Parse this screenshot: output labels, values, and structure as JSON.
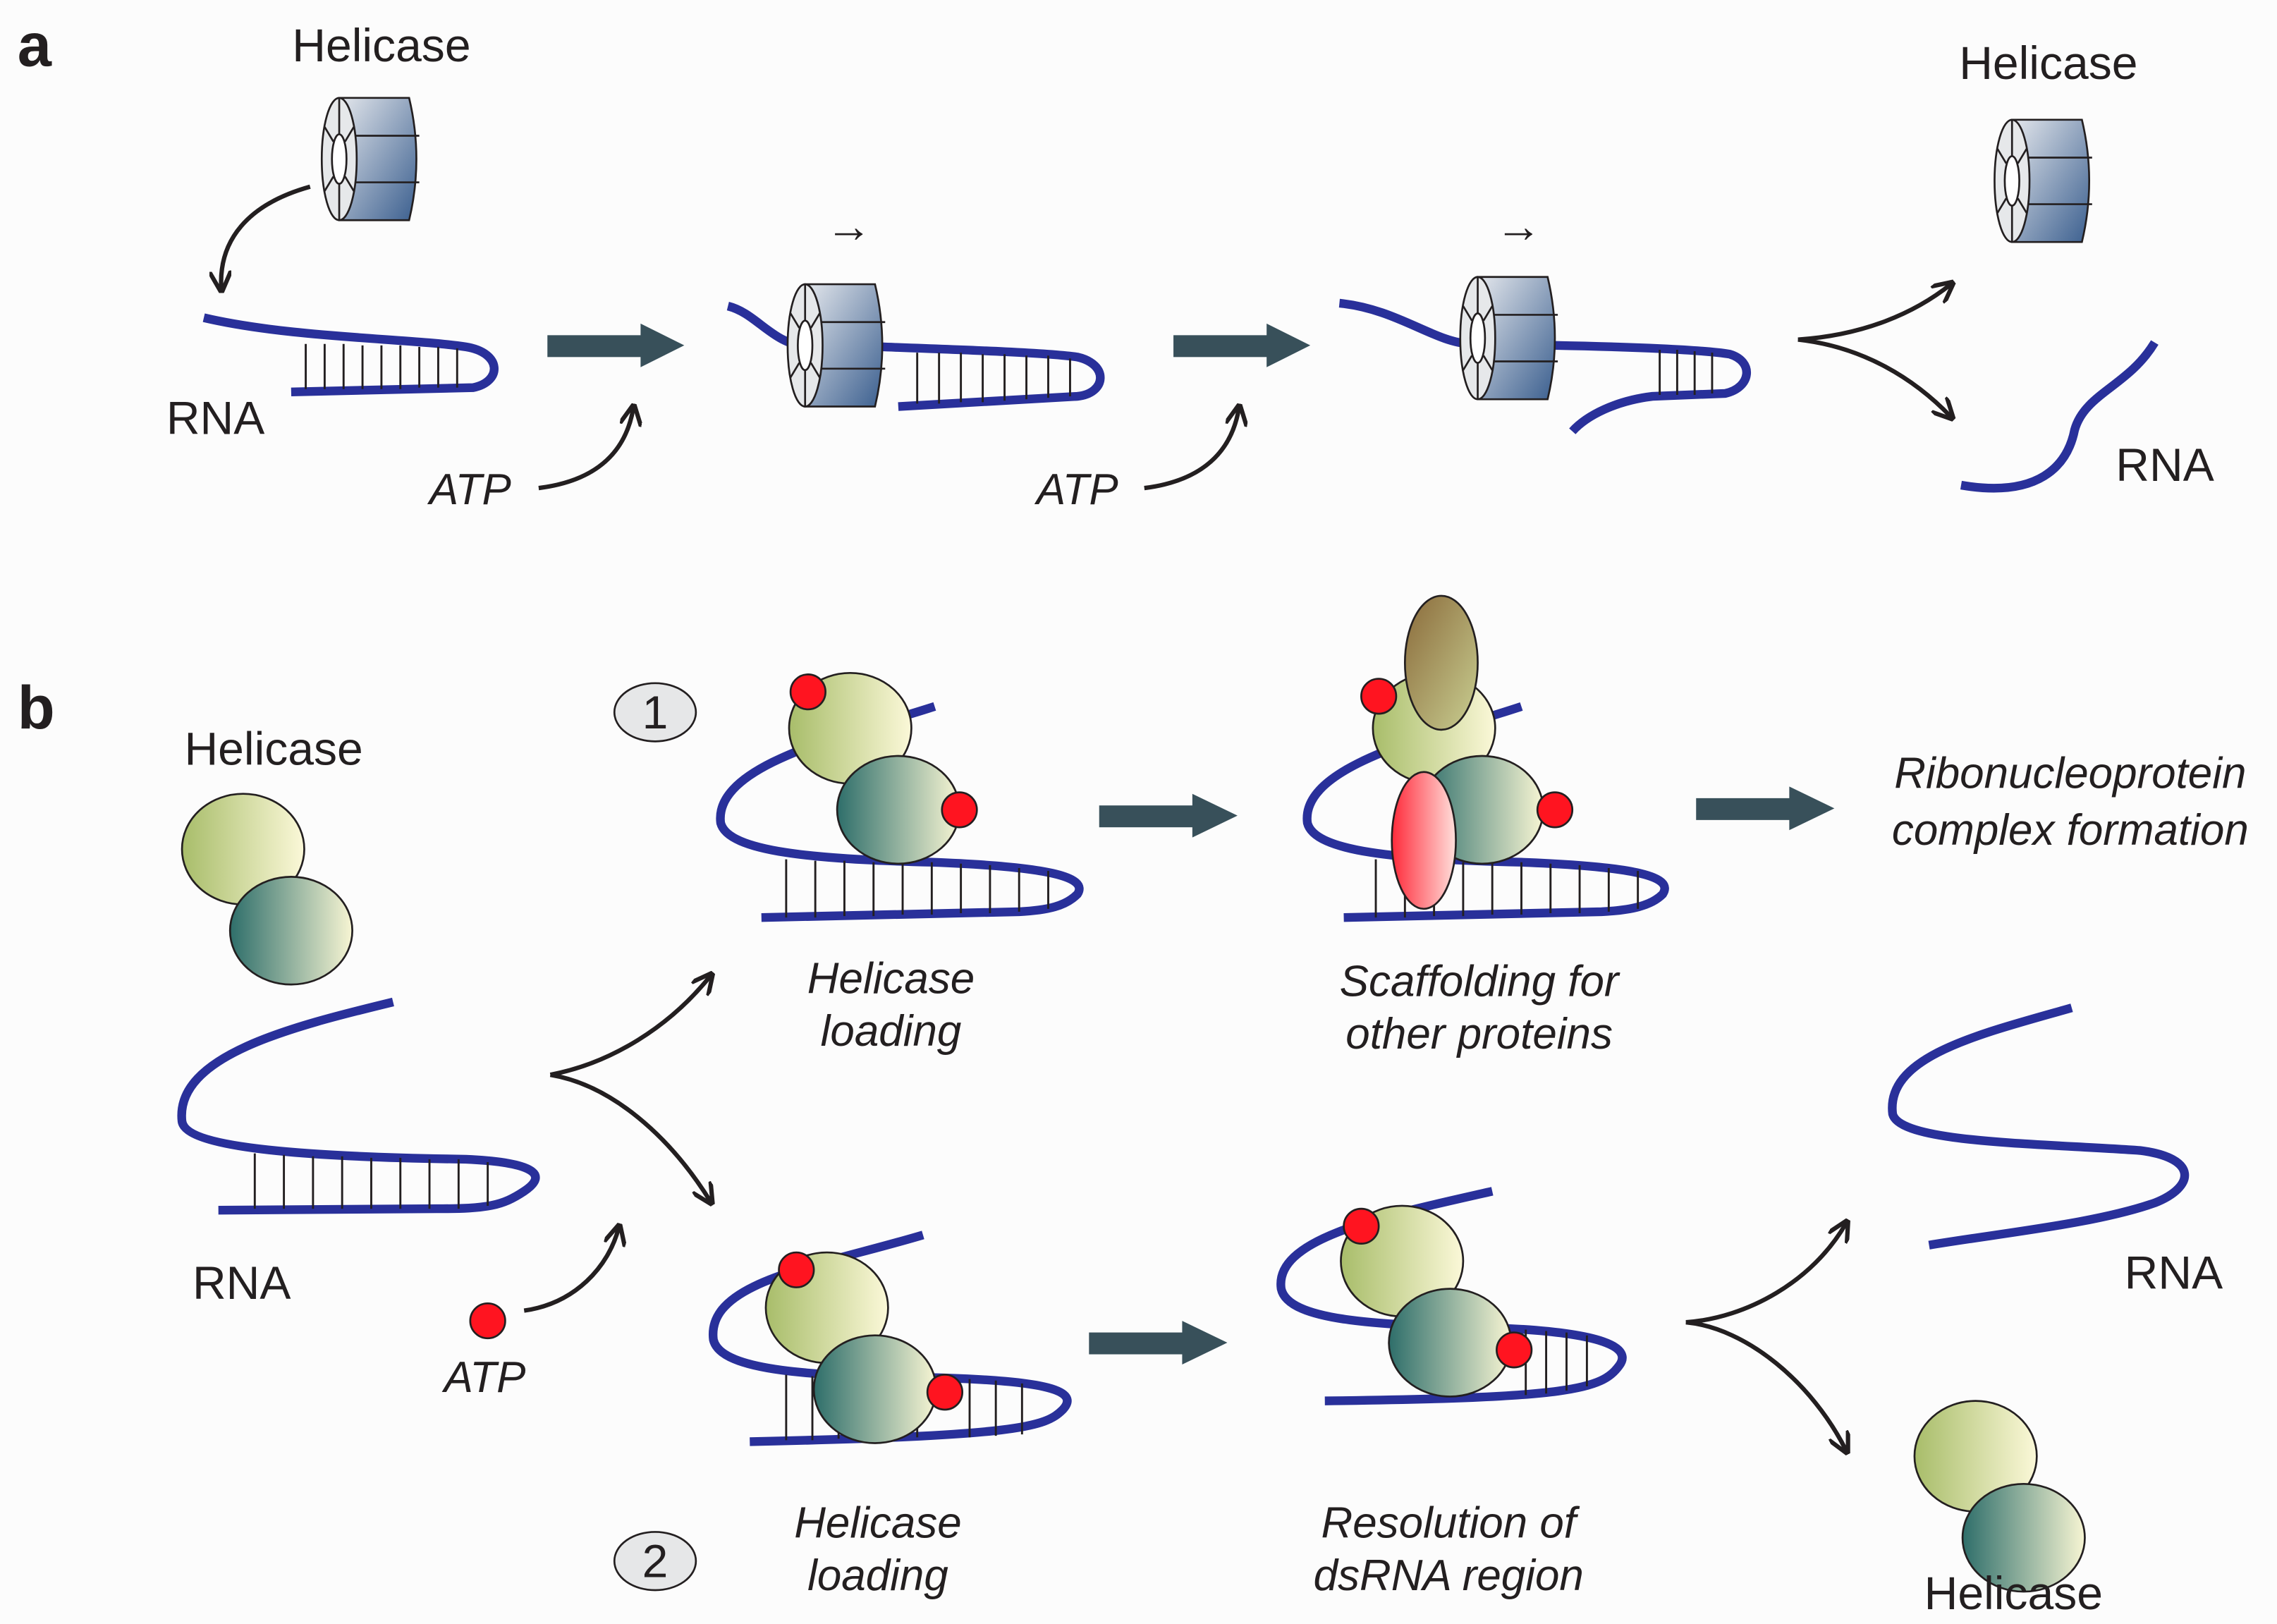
{
  "panel_a": {
    "letter": "a",
    "helicase_label": "Helicase",
    "rna_label": "RNA",
    "atp_label_1": "ATP",
    "atp_label_2": "ATP",
    "helicase_label_product": "Helicase",
    "rna_label_product": "RNA"
  },
  "panel_b": {
    "letter": "b",
    "helicase_label": "Helicase",
    "rna_label": "RNA",
    "atp_label": "ATP",
    "pathway_1": {
      "number": "1",
      "step1_line1": "Helicase",
      "step1_line2": "loading",
      "step2_line1": "Scaffolding for",
      "step2_line2": "other proteins",
      "outcome_line1": "Ribonucleoprotein",
      "outcome_line2": "complex formation"
    },
    "pathway_2": {
      "number": "2",
      "step1_line1": "Helicase",
      "step1_line2": "loading",
      "step2_line1": "Resolution of",
      "step2_line2": "dsRNA region",
      "rna_label": "RNA",
      "helicase_label": "Helicase"
    }
  },
  "colors": {
    "rna": "#29309a",
    "process_arrow": "#38505a",
    "atp": "#ff1420",
    "ring_helicase_dark": "#3b5f8f",
    "helicase_light": "#b3c57a",
    "helicase_dark": "#2e6e6a"
  }
}
